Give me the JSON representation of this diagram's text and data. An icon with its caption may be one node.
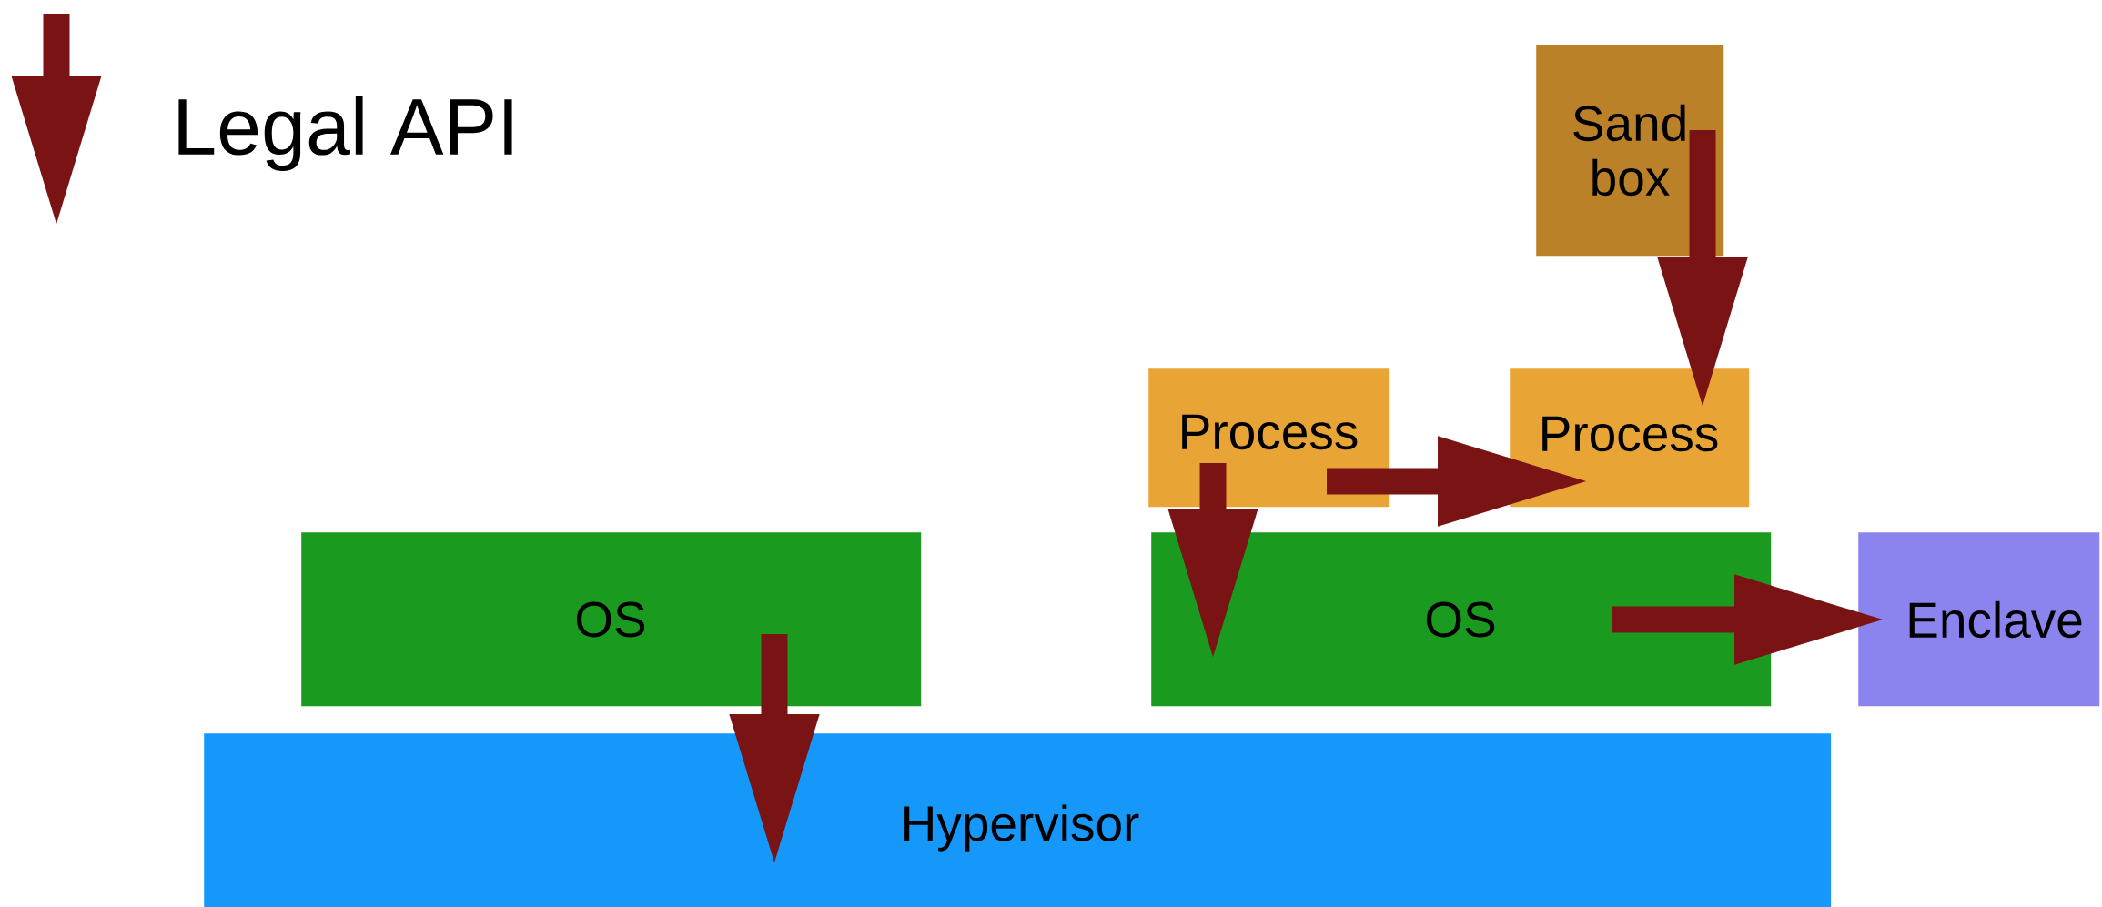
{
  "diagram": {
    "nodes": [
      {
        "text": [
          "Sand box"
        ]
      },
      {
        "text": [
          "Process"
        ]
      },
      {
        "text": [
          "Process"
        ]
      },
      {
        "text": [
          "OS"
        ]
      },
      {
        "text": [
          "OS"
        ]
      },
      {
        "text": [
          "Enclave"
        ]
      },
      {
        "text": [
          "Hypervisor"
        ]
      }
    ],
    "edges": [
      {
        "from": 3,
        "to": 6,
        "arrow": "to"
      },
      {
        "from": 1,
        "to": 4,
        "arrow": "to"
      },
      {
        "from": 1,
        "to": 2,
        "arrow": "to"
      },
      {
        "from": 4,
        "to": 5,
        "arrow": "to"
      },
      {
        "from": 0,
        "to": 2,
        "arrow": "to"
      }
    ],
    "legend": [
      {
        "text": "Legal API"
      }
    ]
  }
}
